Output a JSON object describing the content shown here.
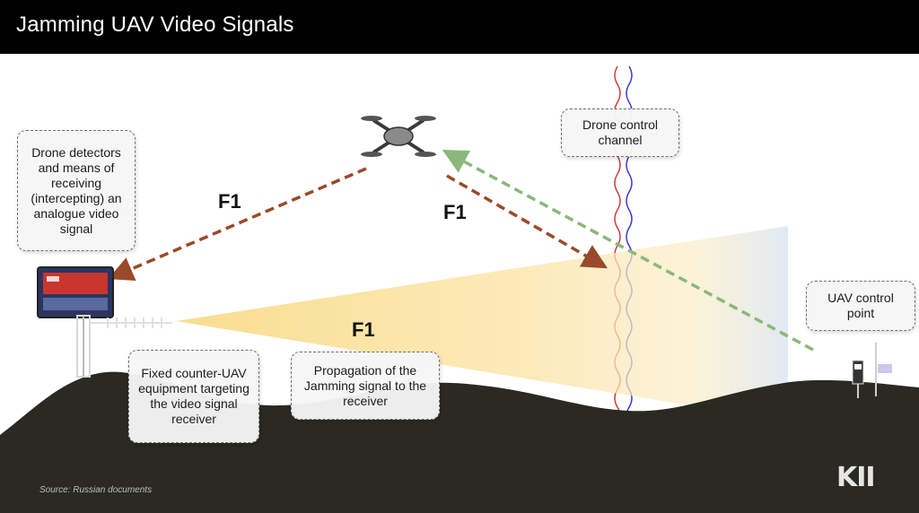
{
  "header": {
    "title": "Jamming UAV Video Signals"
  },
  "callouts": {
    "detectors": "Drone detectors and means of receiving (intercepting) an analogue video signal",
    "control_channel": "Drone control channel",
    "control_point": "UAV control point",
    "fixed_equipment": "Fixed counter-UAV equipment targeting the video signal receiver",
    "propagation": "Propagation of the Jamming signal to the receiver"
  },
  "labels": {
    "f1_left": "F1",
    "f1_right": "F1",
    "f1_center": "F1"
  },
  "footer": {
    "source": "Source: Russian documents",
    "logo": "KII"
  },
  "colors": {
    "title_bar": "#000000",
    "terrain": "#2a2a22",
    "video_signal_arrow": "#9a4a2a",
    "control_signal_arrow": "#8ab87a",
    "jamming_beam": "#f6d06a",
    "control_wave_red": "#d23a3a",
    "control_wave_blue": "#3a3ad2"
  },
  "icons": [
    "drone-icon",
    "antenna-icon",
    "monitor-icon",
    "control-station-icon"
  ]
}
